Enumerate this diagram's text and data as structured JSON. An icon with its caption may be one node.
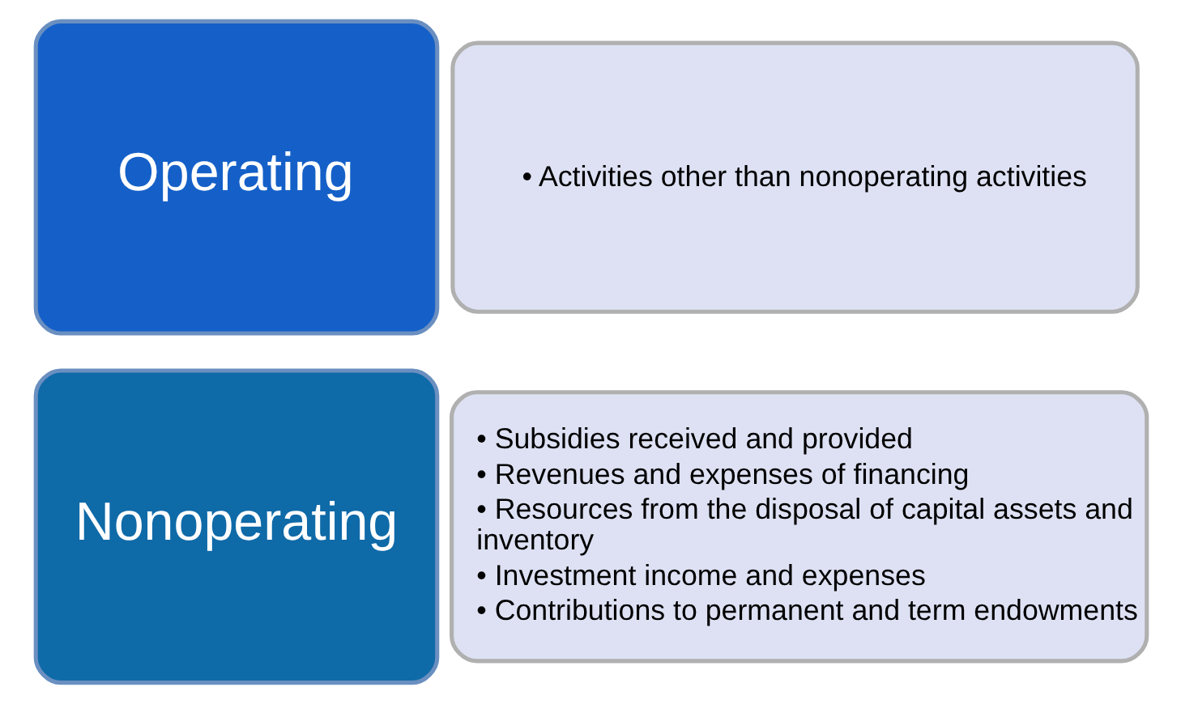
{
  "diagram": {
    "nodes": [
      {
        "text": [
          "Operating"
        ]
      },
      {
        "text": [
          "• Activities other than nonoperating activities"
        ]
      },
      {
        "text": [
          "Nonoperating"
        ]
      },
      {
        "text": [
          "• Subsidies received and provided",
          "• Revenues and expenses of financing",
          "• Resources from the disposal of capital assets and inventory",
          "• Investment income and expenses",
          "• Contributions to permanent and term endowments"
        ]
      }
    ]
  }
}
